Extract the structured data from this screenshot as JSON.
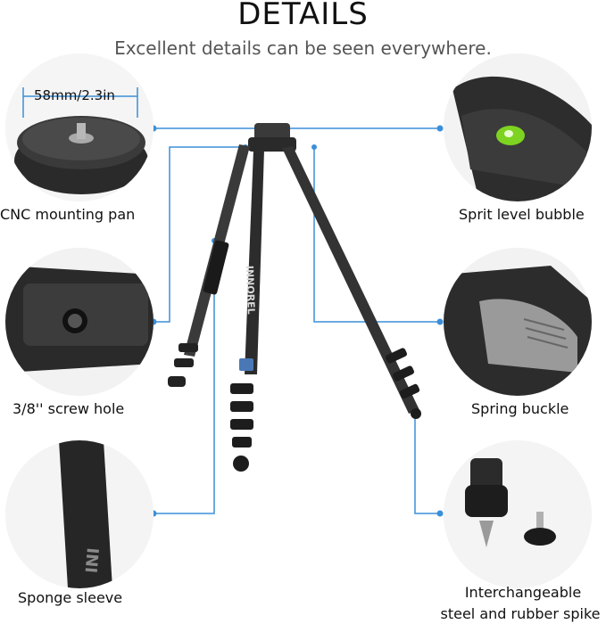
{
  "header": {
    "title": "DETAILS",
    "subtitle": "Excellent details can be seen everywhere."
  },
  "features": {
    "mounting_pan": {
      "caption": "CNC mounting pan",
      "dimension": "58mm/2.3in"
    },
    "level_bubble": {
      "caption": "Sprit level bubble"
    },
    "screw_hole": {
      "caption": "3/8'' screw hole"
    },
    "spring_buckle": {
      "caption": "Spring buckle"
    },
    "sponge_sleeve": {
      "caption": "Sponge sleeve"
    },
    "spike": {
      "caption_line1": "Interchangeable",
      "caption_line2": "steel and rubber spike"
    }
  },
  "tripod": {
    "brand": "INNOREL"
  },
  "colors": {
    "connector": "#3b8fd8",
    "carbon": "#2c2c2c",
    "metal": "#3a3a3a",
    "bubble": "#7ed321"
  }
}
